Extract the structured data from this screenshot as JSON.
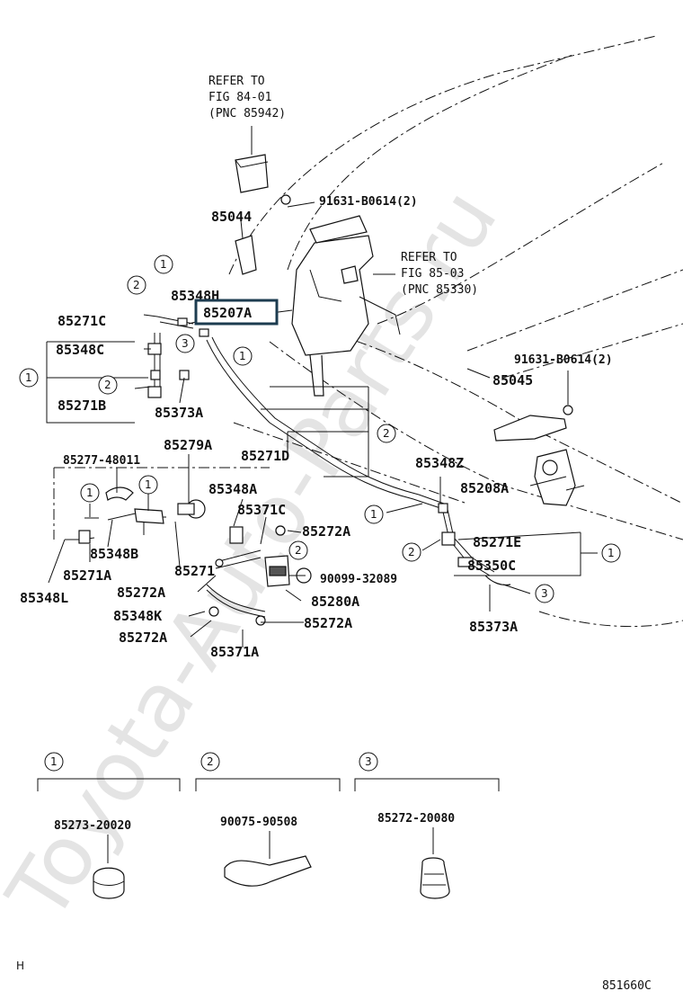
{
  "watermark": "Toyota-Auto-Parts.ru",
  "footer": {
    "corner_mark": "H",
    "figure_id": "851660C"
  },
  "references": [
    {
      "l1": "REFER TO",
      "l2": "FIG 84-01",
      "l3": "(PNC 85942)"
    },
    {
      "l1": "REFER TO",
      "l2": "FIG 85-03",
      "l3": "(PNC 85330)"
    }
  ],
  "labels": {
    "p91631_top": "91631-B0614(2)",
    "p85044": "85044",
    "p85348h": "85348H",
    "p85207a": "85207A",
    "p85271c": "85271C",
    "p85348c": "85348C",
    "p85271b": "85271B",
    "p85373a_left": "85373A",
    "p85279a": "85279A",
    "p85277": "85277-48011",
    "p85271d": "85271D",
    "p85348z": "85348Z",
    "p85208a": "85208A",
    "p91631_right": "91631-B0614(2)",
    "p85045": "85045",
    "p85348a": "85348A",
    "p85371c": "85371C",
    "p85272a_1": "85272A",
    "p85348b": "85348B",
    "p85271": "85271",
    "p85271a": "85271A",
    "p85348l": "85348L",
    "p85272a_2": "85272A",
    "p85348k": "85348K",
    "p85272a_3": "85272A",
    "p85272a_4": "85272A",
    "p85371a": "85371A",
    "p90099": "90099-32089",
    "p85280a": "85280A",
    "p85271e": "85271E",
    "p85350c": "85350C",
    "p85373a_right": "85373A"
  },
  "callouts": {
    "n1": "1",
    "n2": "2",
    "n3": "3"
  },
  "legend": [
    {
      "num": "1",
      "part": "85273-20020"
    },
    {
      "num": "2",
      "part": "90075-90508"
    },
    {
      "num": "3",
      "part": "85272-20080"
    }
  ]
}
